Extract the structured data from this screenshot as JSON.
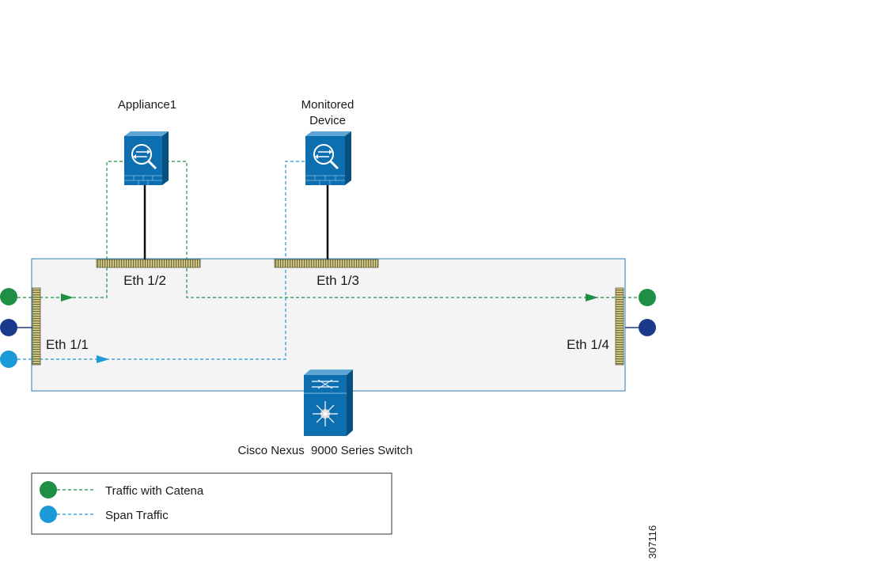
{
  "labels": {
    "appliance": "Appliance1",
    "monitored_line1": "Monitored",
    "monitored_line2": "Device",
    "switch": "Cisco Nexus  9000 Series Switch",
    "figure_id": "307116"
  },
  "ports": {
    "eth_1_1": "Eth 1/1",
    "eth_1_2": "Eth 1/2",
    "eth_1_3": "Eth 1/3",
    "eth_1_4": "Eth 1/4"
  },
  "legend": {
    "items": [
      {
        "label": "Traffic with Catena",
        "color": "#1f8f45"
      },
      {
        "label": "Span Traffic",
        "color": "#1a9ad6"
      }
    ]
  },
  "colors": {
    "catena": "#1f8f45",
    "span": "#1a9ad6",
    "navy": "#1c3a8c",
    "device_blue": "#0d6fb0",
    "switch_fill": "#f4f4f4",
    "port_fill": "#c8b869"
  },
  "icons": {
    "appliance": "security-appliance-icon",
    "monitored_device": "security-appliance-icon",
    "switch": "nexus-switch-icon"
  }
}
